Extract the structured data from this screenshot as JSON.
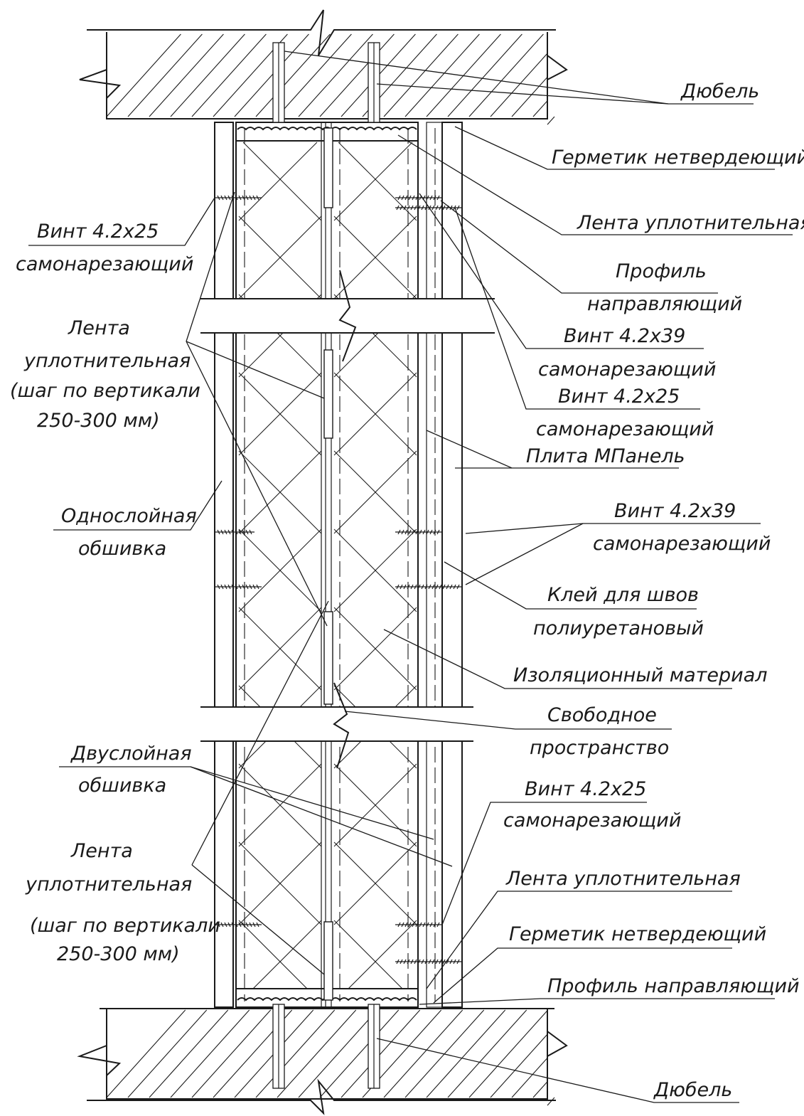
{
  "labels": {
    "dowel_top": "Дюбель",
    "sealant_top": "Герметик нетвердеющий",
    "tape_top": "Лента уплотнительная",
    "profile_top_1": "Профиль",
    "profile_top_2": "направляющий",
    "screw39_top_1": "Винт 4.2х39",
    "screw39_top_2": "самонарезающий",
    "screw25_right_1": "Винт 4.2х25",
    "screw25_right_2": "самонарезающий",
    "board": "Плита МПанель",
    "screw39_mid_1": "Винт 4.2х39",
    "screw39_mid_2": "самонарезающий",
    "glue_1": "Клей для швов",
    "glue_2": "полиуретановый",
    "insulation": "Изоляционный материал",
    "free_space_1": "Свободное",
    "free_space_2": "пространство",
    "screw25_low_1": "Винт 4.2х25",
    "screw25_low_2": "самонарезающий",
    "tape_low": "Лента уплотнительная",
    "sealant_low": "Герметик нетвердеющий",
    "profile_low": "Профиль направляющий",
    "dowel_low": "Дюбель",
    "screw25_left_1": "Винт 4.2х25",
    "screw25_left_2": "самонарезающий",
    "tape_left_1": "Лента",
    "tape_left_2": "уплотнительная",
    "tape_left_3": "(шаг по вертикали",
    "tape_left_4": "250-300 мм)",
    "single_layer_1": "Однослойная",
    "single_layer_2": "обшивка",
    "double_layer_1": "Двуслойная",
    "double_layer_2": "обшивка",
    "tape_left_low_1": "Лента",
    "tape_left_low_2": "уплотнительная",
    "tape_left_low_3": "(шаг по вертикали",
    "tape_left_low_4": "250-300 мм)"
  }
}
